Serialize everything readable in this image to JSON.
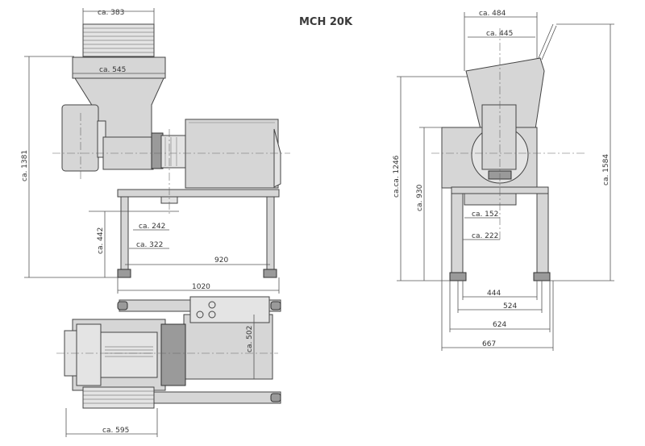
{
  "title": "MCH 20K",
  "dims": {
    "side_top_width": "ca. 383",
    "side_hopper_width": "ca. 545",
    "side_height_total": "ca. 1381",
    "side_height_low": "ca. 442",
    "side_242": "ca. 242",
    "side_322": "ca. 322",
    "side_920": "920",
    "side_1020": "1020",
    "top_502": "ca. 502",
    "top_595": "ca. 595",
    "front_484": "ca. 484",
    "front_445": "ca. 445",
    "front_1246": "ca.ca. 1246",
    "front_930": "ca. 930",
    "front_1584": "ca. 1584",
    "front_152": "ca. 152",
    "front_222": "ca. 222",
    "front_444": "444",
    "front_524": "524",
    "front_624": "624",
    "front_667": "667"
  }
}
